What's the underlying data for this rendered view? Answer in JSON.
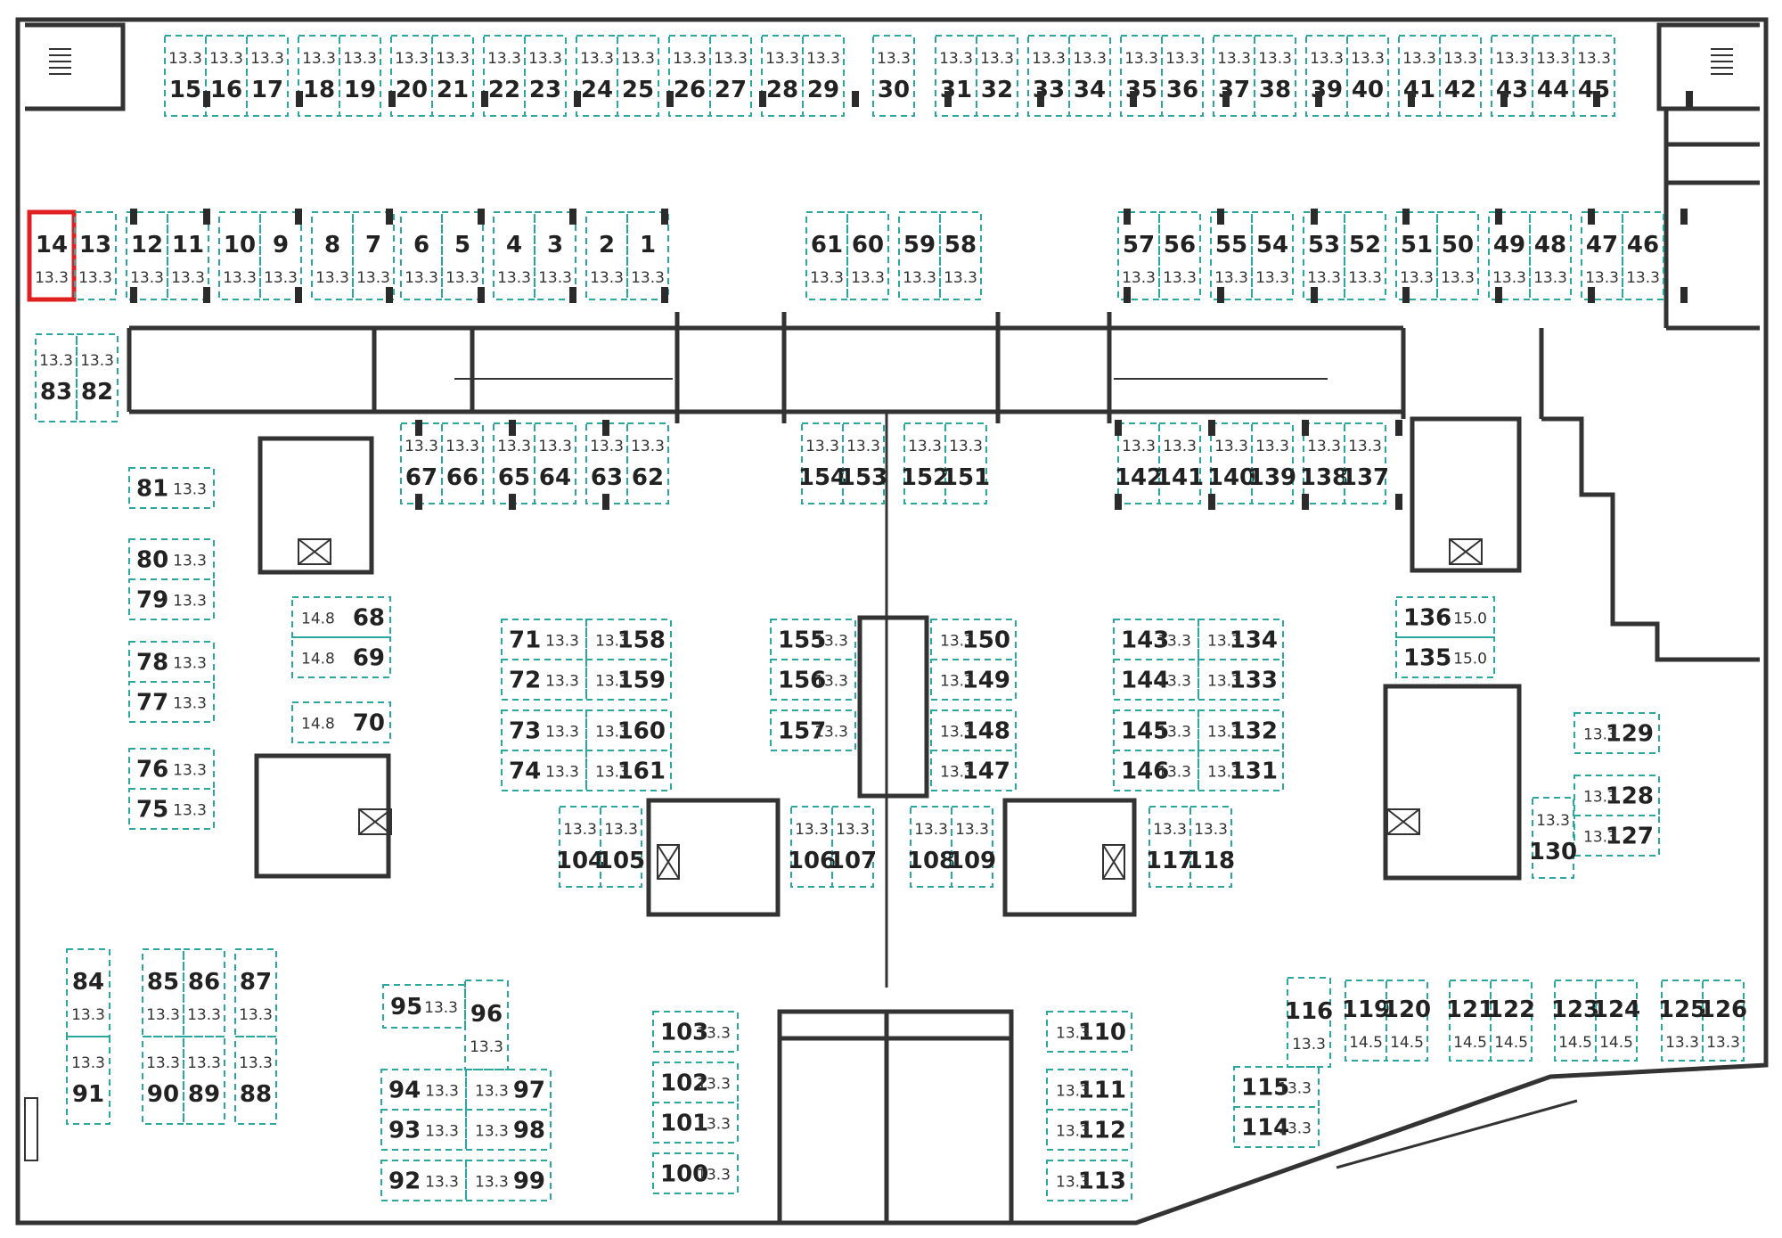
{
  "colors": {
    "wall": "#333333",
    "space_outline": "#2aa8a0",
    "highlight": "#e02020",
    "pillar": "#2b2b2b",
    "text": "#222222"
  },
  "selected_space": "14",
  "spaces": [
    {
      "id": "15",
      "area": "13.3"
    },
    {
      "id": "16",
      "area": "13.3"
    },
    {
      "id": "17",
      "area": "13.3"
    },
    {
      "id": "18",
      "area": "13.3"
    },
    {
      "id": "19",
      "area": "13.3"
    },
    {
      "id": "20",
      "area": "13.3"
    },
    {
      "id": "21",
      "area": "13.3"
    },
    {
      "id": "22",
      "area": "13.3"
    },
    {
      "id": "23",
      "area": "13.3"
    },
    {
      "id": "24",
      "area": "13.3"
    },
    {
      "id": "25",
      "area": "13.3"
    },
    {
      "id": "26",
      "area": "13.3"
    },
    {
      "id": "27",
      "area": "13.3"
    },
    {
      "id": "28",
      "area": "13.3"
    },
    {
      "id": "29",
      "area": "13.3"
    },
    {
      "id": "30",
      "area": "13.3"
    },
    {
      "id": "31",
      "area": "13.3"
    },
    {
      "id": "32",
      "area": "13.3"
    },
    {
      "id": "33",
      "area": "13.3"
    },
    {
      "id": "34",
      "area": "13.3"
    },
    {
      "id": "35",
      "area": "13.3"
    },
    {
      "id": "36",
      "area": "13.3"
    },
    {
      "id": "37",
      "area": "13.3"
    },
    {
      "id": "38",
      "area": "13.3"
    },
    {
      "id": "39",
      "area": "13.3"
    },
    {
      "id": "40",
      "area": "13.3"
    },
    {
      "id": "41",
      "area": "13.3"
    },
    {
      "id": "42",
      "area": "13.3"
    },
    {
      "id": "43",
      "area": "13.3"
    },
    {
      "id": "44",
      "area": "13.3"
    },
    {
      "id": "45",
      "area": "13.3"
    },
    {
      "id": "14",
      "area": "13.3"
    },
    {
      "id": "13",
      "area": "13.3"
    },
    {
      "id": "12",
      "area": "13.3"
    },
    {
      "id": "11",
      "area": "13.3"
    },
    {
      "id": "10",
      "area": "13.3"
    },
    {
      "id": "9",
      "area": "13.3"
    },
    {
      "id": "8",
      "area": "13.3"
    },
    {
      "id": "7",
      "area": "13.3"
    },
    {
      "id": "6",
      "area": "13.3"
    },
    {
      "id": "5",
      "area": "13.3"
    },
    {
      "id": "4",
      "area": "13.3"
    },
    {
      "id": "3",
      "area": "13.3"
    },
    {
      "id": "2",
      "area": "13.3"
    },
    {
      "id": "1",
      "area": "13.3"
    },
    {
      "id": "61",
      "area": "13.3"
    },
    {
      "id": "60",
      "area": "13.3"
    },
    {
      "id": "59",
      "area": "13.3"
    },
    {
      "id": "58",
      "area": "13.3"
    },
    {
      "id": "57",
      "area": "13.3"
    },
    {
      "id": "56",
      "area": "13.3"
    },
    {
      "id": "55",
      "area": "13.3"
    },
    {
      "id": "54",
      "area": "13.3"
    },
    {
      "id": "53",
      "area": "13.3"
    },
    {
      "id": "52",
      "area": "13.3"
    },
    {
      "id": "51",
      "area": "13.3"
    },
    {
      "id": "50",
      "area": "13.3"
    },
    {
      "id": "49",
      "area": "13.3"
    },
    {
      "id": "48",
      "area": "13.3"
    },
    {
      "id": "47",
      "area": "13.3"
    },
    {
      "id": "46",
      "area": "13.3"
    },
    {
      "id": "83",
      "area": "13.3"
    },
    {
      "id": "82",
      "area": "13.3"
    },
    {
      "id": "67",
      "area": "13.3"
    },
    {
      "id": "66",
      "area": "13.3"
    },
    {
      "id": "65",
      "area": "13.3"
    },
    {
      "id": "64",
      "area": "13.3"
    },
    {
      "id": "63",
      "area": "13.3"
    },
    {
      "id": "62",
      "area": "13.3"
    },
    {
      "id": "154",
      "area": "13.3"
    },
    {
      "id": "153",
      "area": "13.3"
    },
    {
      "id": "152",
      "area": "13.3"
    },
    {
      "id": "151",
      "area": "13.3"
    },
    {
      "id": "142",
      "area": "13.3"
    },
    {
      "id": "141",
      "area": "13.3"
    },
    {
      "id": "140",
      "area": "13.3"
    },
    {
      "id": "139",
      "area": "13.3"
    },
    {
      "id": "138",
      "area": "13.3"
    },
    {
      "id": "137",
      "area": "13.3"
    },
    {
      "id": "81",
      "area": "13.3"
    },
    {
      "id": "80",
      "area": "13.3"
    },
    {
      "id": "79",
      "area": "13.3"
    },
    {
      "id": "78",
      "area": "13.3"
    },
    {
      "id": "77",
      "area": "13.3"
    },
    {
      "id": "76",
      "area": "13.3"
    },
    {
      "id": "75",
      "area": "13.3"
    },
    {
      "id": "68",
      "area": "14.8"
    },
    {
      "id": "69",
      "area": "14.8"
    },
    {
      "id": "70",
      "area": "14.8"
    },
    {
      "id": "71",
      "area": "13.3"
    },
    {
      "id": "72",
      "area": "13.3"
    },
    {
      "id": "73",
      "area": "13.3"
    },
    {
      "id": "74",
      "area": "13.3"
    },
    {
      "id": "158",
      "area": "13.3"
    },
    {
      "id": "159",
      "area": "13.3"
    },
    {
      "id": "160",
      "area": "13.3"
    },
    {
      "id": "161",
      "area": "13.3"
    },
    {
      "id": "155",
      "area": "13.3"
    },
    {
      "id": "156",
      "area": "13.3"
    },
    {
      "id": "157",
      "area": "13.3"
    },
    {
      "id": "150",
      "area": "13.3"
    },
    {
      "id": "149",
      "area": "13.3"
    },
    {
      "id": "148",
      "area": "13.3"
    },
    {
      "id": "147",
      "area": "13.3"
    },
    {
      "id": "143",
      "area": "13.3"
    },
    {
      "id": "144",
      "area": "13.3"
    },
    {
      "id": "145",
      "area": "13.3"
    },
    {
      "id": "146",
      "area": "13.3"
    },
    {
      "id": "134",
      "area": "13.3"
    },
    {
      "id": "133",
      "area": "13.3"
    },
    {
      "id": "132",
      "area": "13.3"
    },
    {
      "id": "131",
      "area": "13.3"
    },
    {
      "id": "136",
      "area": "15.0"
    },
    {
      "id": "135",
      "area": "15.0"
    },
    {
      "id": "129",
      "area": "13.3"
    },
    {
      "id": "128",
      "area": "13.3"
    },
    {
      "id": "127",
      "area": "13.3"
    },
    {
      "id": "130",
      "area": "13.3"
    },
    {
      "id": "104",
      "area": "13.3"
    },
    {
      "id": "105",
      "area": "13.3"
    },
    {
      "id": "106",
      "area": "13.3"
    },
    {
      "id": "107",
      "area": "13.3"
    },
    {
      "id": "108",
      "area": "13.3"
    },
    {
      "id": "109",
      "area": "13.3"
    },
    {
      "id": "117",
      "area": "13.3"
    },
    {
      "id": "118",
      "area": "13.3"
    },
    {
      "id": "84",
      "area": "13.3"
    },
    {
      "id": "91",
      "area": "13.3"
    },
    {
      "id": "85",
      "area": "13.3"
    },
    {
      "id": "86",
      "area": "13.3"
    },
    {
      "id": "87",
      "area": "13.3"
    },
    {
      "id": "90",
      "area": "13.3"
    },
    {
      "id": "89",
      "area": "13.3"
    },
    {
      "id": "88",
      "area": "13.3"
    },
    {
      "id": "95",
      "area": "13.3"
    },
    {
      "id": "96",
      "area": "13.3"
    },
    {
      "id": "94",
      "area": "13.3"
    },
    {
      "id": "97",
      "area": "13.3"
    },
    {
      "id": "93",
      "area": "13.3"
    },
    {
      "id": "98",
      "area": "13.3"
    },
    {
      "id": "92",
      "area": "13.3"
    },
    {
      "id": "99",
      "area": "13.3"
    },
    {
      "id": "103",
      "area": "13.3"
    },
    {
      "id": "102",
      "area": "13.3"
    },
    {
      "id": "101",
      "area": "13.3"
    },
    {
      "id": "100",
      "area": "13.3"
    },
    {
      "id": "110",
      "area": "13.3"
    },
    {
      "id": "111",
      "area": "13.3"
    },
    {
      "id": "112",
      "area": "13.3"
    },
    {
      "id": "113",
      "area": "13.3"
    },
    {
      "id": "116",
      "area": "13.3"
    },
    {
      "id": "115",
      "area": "13.3"
    },
    {
      "id": "114",
      "area": "13.3"
    },
    {
      "id": "119",
      "area": "14.5"
    },
    {
      "id": "120",
      "area": "14.5"
    },
    {
      "id": "121",
      "area": "14.5"
    },
    {
      "id": "122",
      "area": "14.5"
    },
    {
      "id": "123",
      "area": "14.5"
    },
    {
      "id": "124",
      "area": "14.5"
    },
    {
      "id": "125",
      "area": "13.3"
    },
    {
      "id": "126",
      "area": "13.3"
    }
  ]
}
